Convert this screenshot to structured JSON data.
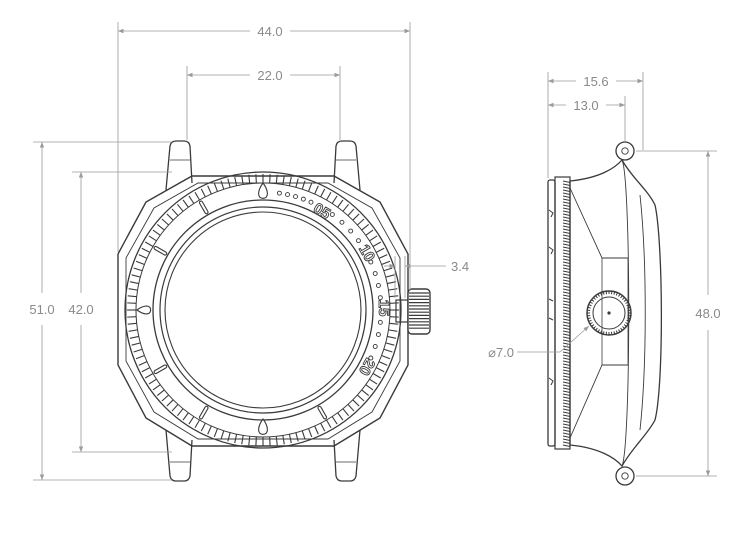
{
  "dimensions": {
    "overall_width": "44.0",
    "bezel_width": "22.0",
    "overall_length": "51.0",
    "case_length": "42.0",
    "crown_offset": "3.4",
    "side_thickness_total": "15.6",
    "side_thickness_case": "13.0",
    "side_height": "48.0",
    "crown_diameter": "⌀7.0"
  },
  "bezel_numbers": [
    "05",
    "10",
    "15",
    "20"
  ]
}
